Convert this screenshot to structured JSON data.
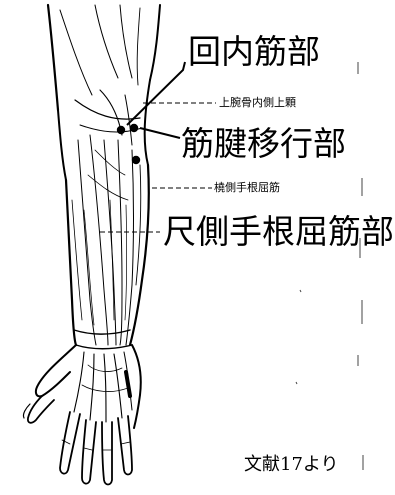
{
  "labels": {
    "pronator": "回内筋部",
    "medial_epicondyle": "上腕骨内側上顆",
    "tendon_transition": "筋腱移行部",
    "fcr": "橈側手根屈筋",
    "fcu": "尺側手根屈筋部"
  },
  "citation": "文献17より",
  "colors": {
    "ink": "#000000",
    "paper": "#ffffff"
  }
}
